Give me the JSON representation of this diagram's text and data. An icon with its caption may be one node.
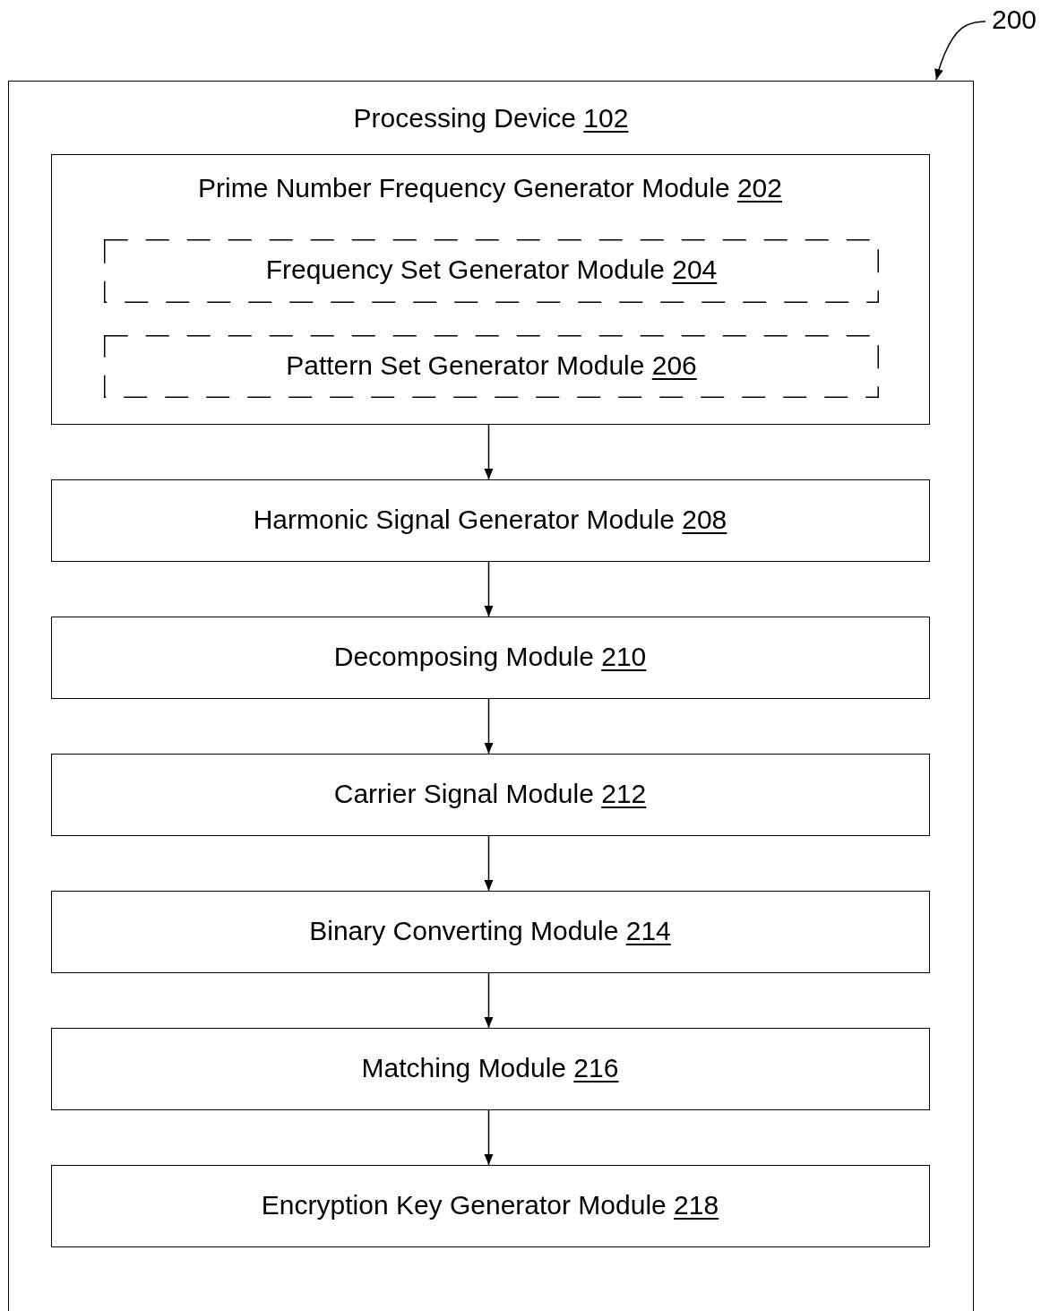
{
  "diagram": {
    "nodes": [
      {
        "text": [
          "Processing Device 102"
        ]
      },
      {
        "text": [
          "Prime Number Frequency Generator Module 202"
        ],
        "in": 0
      },
      {
        "text": [
          "Frequency Set Generator Module 204"
        ],
        "in": 1
      },
      {
        "text": [
          "Pattern Set Generator Module 206"
        ],
        "in": 1
      },
      {
        "text": [
          "Harmonic Signal Generator Module 208"
        ],
        "in": 0
      },
      {
        "text": [
          "Decomposing Module 210"
        ],
        "in": 0
      },
      {
        "text": [
          "Carrier Signal Module 212"
        ],
        "in": 0
      },
      {
        "text": [
          "Binary Converting Module 214"
        ],
        "in": 0
      },
      {
        "text": [
          "Matching Module 216"
        ],
        "in": 0
      },
      {
        "text": [
          "Encryption Key Generator Module 218"
        ],
        "in": 0
      },
      {
        "text": [
          "200"
        ]
      }
    ],
    "edges": [
      {
        "from": 1,
        "to": 4,
        "arrow": "to"
      },
      {
        "from": 4,
        "to": 5,
        "arrow": "to"
      },
      {
        "from": 5,
        "to": 6,
        "arrow": "to"
      },
      {
        "from": 6,
        "to": 7,
        "arrow": "to"
      },
      {
        "from": 7,
        "to": 8,
        "arrow": "to"
      },
      {
        "from": 8,
        "to": 9,
        "arrow": "to"
      },
      {
        "from": 10,
        "to": 0,
        "arrow": "to"
      }
    ]
  }
}
